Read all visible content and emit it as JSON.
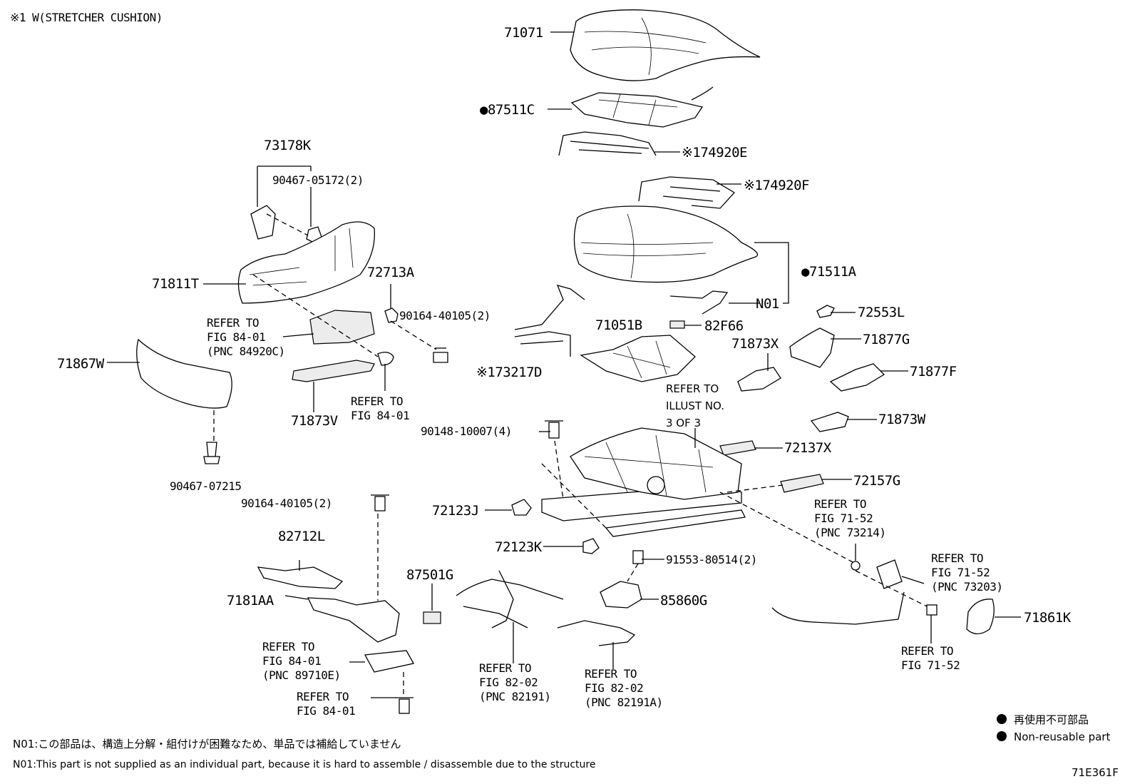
{
  "header_note": "※1 W(STRETCHER CUSHION)",
  "labels": {
    "p71071": "71071",
    "p87511C": "●87511C",
    "p74920E": "※174920E",
    "p74920F": "※174920F",
    "p73178K": "73178K",
    "p9046705172": "90467-05172(2)",
    "p71511A": "●71511A",
    "pN01": "N01",
    "p71811T": "71811T",
    "p72713A": "72713A",
    "p9016440105a": "90164-40105(2)",
    "p71051B": "71051B",
    "p82F66": "82F66",
    "p72553L": "72553L",
    "p71877G": "71877G",
    "p71873X": "71873X",
    "p71877F": "71877F",
    "p71867W": "71867W",
    "p73217D": "※173217D",
    "p71873V": "71873V",
    "p71873W": "71873W",
    "p9014810007": "90148-10007(4)",
    "p72137X": "72137X",
    "p9046707215": "90467-07215",
    "p72157G": "72157G",
    "p9016440105b": "90164-40105(2)",
    "p72123J": "72123J",
    "p72123K": "72123K",
    "p82712L": "82712L",
    "p87501G": "87501G",
    "p9155380514": "91553-80514(2)",
    "p7181AA": "7181AA",
    "p85860G": "85860G",
    "p71861K": "71861K"
  },
  "refer_blocks": {
    "r84_01_pnc84920c": [
      "REFER TO",
      "FIG 84-01",
      "(PNC 84920C)"
    ],
    "r84_01_a": [
      "REFER TO",
      "FIG 84-01"
    ],
    "r_illust": [
      "REFER TO",
      "ILLUST NO.",
      "3 OF 3"
    ],
    "r71_52_pnc73214": [
      "REFER TO",
      "FIG 71-52",
      "(PNC 73214)"
    ],
    "r71_52_pnc73203": [
      "REFER TO",
      "FIG 71-52",
      "(PNC 73203)"
    ],
    "r71_52": [
      "REFER TO",
      "FIG 71-52"
    ],
    "r84_01_pnc89710e": [
      "REFER TO",
      "FIG 84-01",
      "(PNC 89710E)"
    ],
    "r84_01_b": [
      "REFER TO",
      "FIG 84-01"
    ],
    "r82_02_pnc82191": [
      "REFER TO",
      "FIG 82-02",
      "(PNC 82191)"
    ],
    "r82_02_pnc82191a": [
      "REFER TO",
      "FIG 82-02",
      "(PNC 82191A)"
    ]
  },
  "legend": {
    "jp": "再使用不可部品",
    "en": "Non-reusable part"
  },
  "notes": {
    "n01_jp": "N01:この部品は、構造上分解・組付けが困難なため、単品では補給していません",
    "n01_en": "N01:This part is not supplied as an individual part, because it is hard to assemble / disassemble due to the structure"
  },
  "figure_code": "71E361F"
}
